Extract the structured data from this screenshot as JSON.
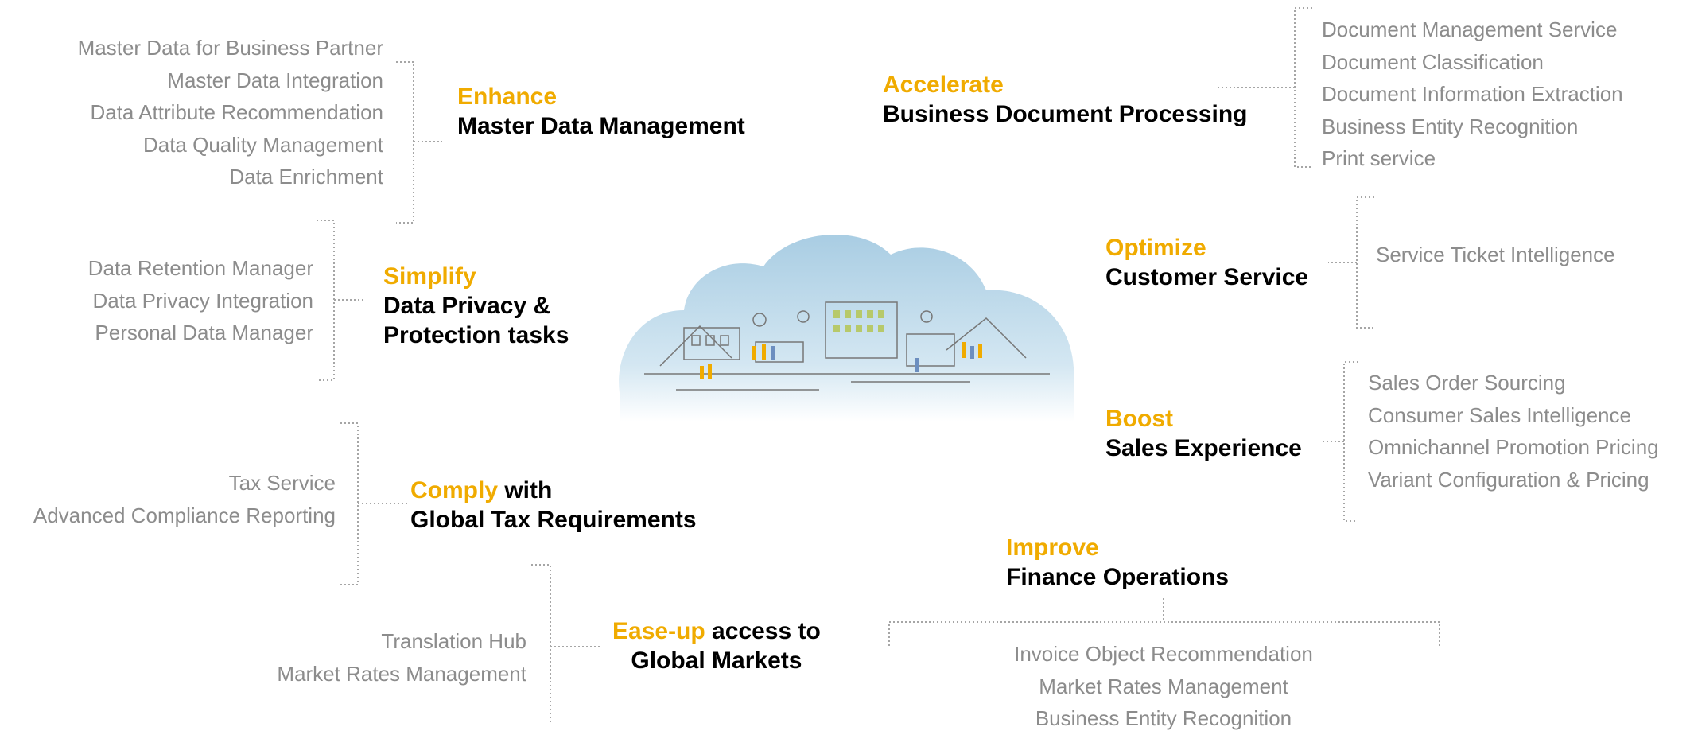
{
  "groups": {
    "enhance": {
      "verb": "Enhance",
      "object": "Master Data Management",
      "services": [
        "Master Data for Business Partner",
        "Master Data Integration",
        "Data Attribute Recommendation",
        "Data Quality Management",
        "Data Enrichment"
      ]
    },
    "simplify": {
      "verb": "Simplify",
      "object_line1": "Data Privacy &",
      "object_line2": "Protection tasks",
      "services": [
        "Data Retention Manager",
        "Data Privacy Integration",
        "Personal Data Manager"
      ]
    },
    "comply": {
      "verb": "Comply",
      "connector": " with",
      "object": "Global Tax Requirements",
      "services": [
        "Tax Service",
        "Advanced Compliance Reporting"
      ]
    },
    "easeup": {
      "verb": "Ease-up",
      "connector": " access to",
      "object": "Global Markets",
      "services": [
        "Translation Hub",
        "Market Rates Management"
      ]
    },
    "accelerate": {
      "verb": "Accelerate",
      "object": "Business Document Processing",
      "services": [
        "Document Management Service",
        "Document Classification",
        "Document Information Extraction",
        "Business Entity Recognition",
        "Print service"
      ]
    },
    "optimize": {
      "verb": "Optimize",
      "object": "Customer Service",
      "services": [
        "Service Ticket Intelligence"
      ]
    },
    "boost": {
      "verb": "Boost",
      "object": "Sales Experience",
      "services": [
        "Sales Order Sourcing",
        "Consumer Sales Intelligence",
        "Omnichannel Promotion Pricing",
        "Variant Configuration & Pricing"
      ]
    },
    "improve": {
      "verb": "Improve",
      "object": "Finance Operations",
      "services": [
        "Invoice Object Recommendation",
        "Market Rates Management",
        "Business Entity Recognition"
      ]
    }
  },
  "colors": {
    "accent": "#f0ab00",
    "heading": "#000000",
    "service_text": "#8c8c8c",
    "connector": "#a6a6a6",
    "cloud_top": "#a9cde3",
    "cloud_bottom": "#ffffff"
  },
  "illustration": "cloud-city-icon"
}
